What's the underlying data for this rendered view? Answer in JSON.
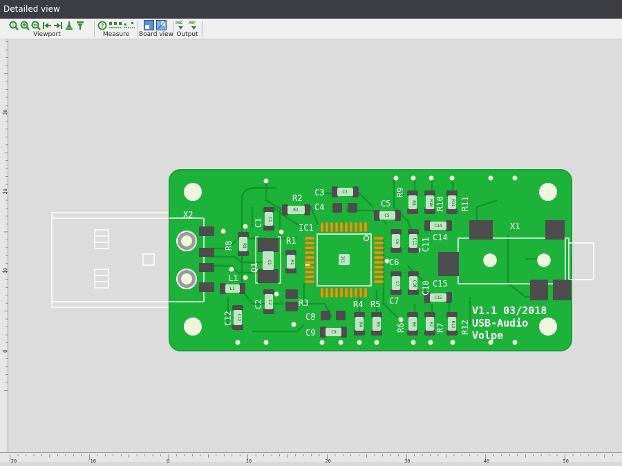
{
  "window": {
    "title": "Detailed view"
  },
  "toolbar": {
    "groups": [
      {
        "label": "Viewport"
      },
      {
        "label": "Measure"
      },
      {
        "label": "Board view"
      },
      {
        "label": "Output"
      }
    ],
    "output_png": "PNG",
    "output_pdf": "PDF"
  },
  "rulers": {
    "x_ticks": [
      "-20",
      "-10",
      "0",
      "10",
      "20",
      "30",
      "40",
      "50"
    ],
    "y_ticks": [
      "30",
      "20",
      "10",
      "0"
    ]
  },
  "board": {
    "silk_text": [
      "V1.1 03/2018",
      "USB-Audio",
      "Volpe"
    ],
    "labels": {
      "x2": "X2",
      "x1": "X1",
      "ic1": "IC1",
      "q1": "Q1",
      "l1": "L1",
      "c1": "C1",
      "c2": "C2",
      "c3": "C3",
      "c4": "C4",
      "c5": "C5",
      "c6": "C6",
      "c7": "C7",
      "c8": "C8",
      "c9": "C9",
      "c10": "C10",
      "c11": "C11",
      "c12": "C12",
      "c14": "C14",
      "c15": "C15",
      "r1": "R1",
      "r2": "R2",
      "r3": "R3",
      "r4": "R4",
      "r5": "R5",
      "r6": "R6",
      "r7": "R7",
      "r8": "R8",
      "r9": "R9",
      "r10": "R10",
      "r11": "R11",
      "r12": "R12"
    },
    "colors": {
      "board": "#1db33a",
      "trace": "#14942c",
      "pad": "#4d4d4d",
      "ic_pad": "#e39b0b",
      "silk": "#ffffff",
      "part_body": "#bfe6c4"
    }
  }
}
